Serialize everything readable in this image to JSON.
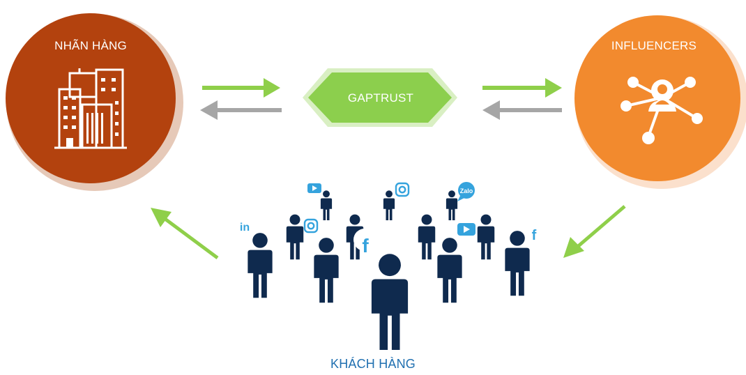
{
  "nodes": {
    "brand": {
      "label": "NHÃN HÀNG",
      "color": "#b3420e",
      "icon": "buildings-icon"
    },
    "hub": {
      "label": "GAPTRUST",
      "color": "#8ccf4d"
    },
    "influencers": {
      "label": "INFLUENCERS",
      "color": "#f28a2e",
      "icon": "network-person-icon"
    },
    "customers": {
      "label": "KHÁCH HÀNG",
      "color": "#0f2a4e"
    }
  },
  "social_badges": {
    "linkedin": "in",
    "zalo": "Zalo",
    "facebook": "f"
  },
  "colors": {
    "arrow_forward": "#8fcf4a",
    "arrow_back": "#a6a6a6",
    "label_blue": "#1f6fb0",
    "social_blue": "#35a3dd"
  }
}
